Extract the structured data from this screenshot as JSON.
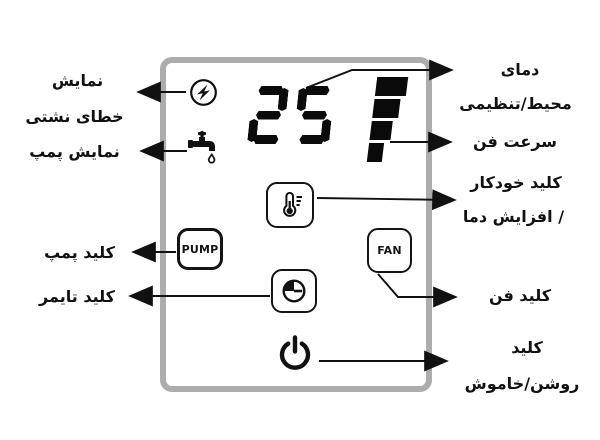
{
  "panel": {
    "display": {
      "temperature": "25",
      "fan_speed_bars": 4
    },
    "buttons": {
      "pump_label": "PUMP",
      "fan_label": "FAN"
    },
    "icons": [
      "flash-circle-icon",
      "faucet-drip-icon",
      "thermometer-icon",
      "clock-timer-icon",
      "power-icon"
    ]
  },
  "labels": {
    "leak_display_1": "نمایش",
    "leak_display_2": "خطای نشتی",
    "pump_display": "نمایش پمپ",
    "pump_key": "کلید پمپ",
    "timer_key": "کلید تایمر",
    "temperature_1": "دمای",
    "temperature_2": "محیط/تنظیمی",
    "fan_speed": "سرعت فن",
    "auto_key_1": "کلید خودکار",
    "auto_key_2": "/ افزایش دما",
    "fan_key": "کلید فن",
    "power_key_1": "کلید",
    "power_key_2": "روشن/خاموش"
  },
  "colors": {
    "panel_border": "#adadad",
    "ink": "#111111"
  }
}
